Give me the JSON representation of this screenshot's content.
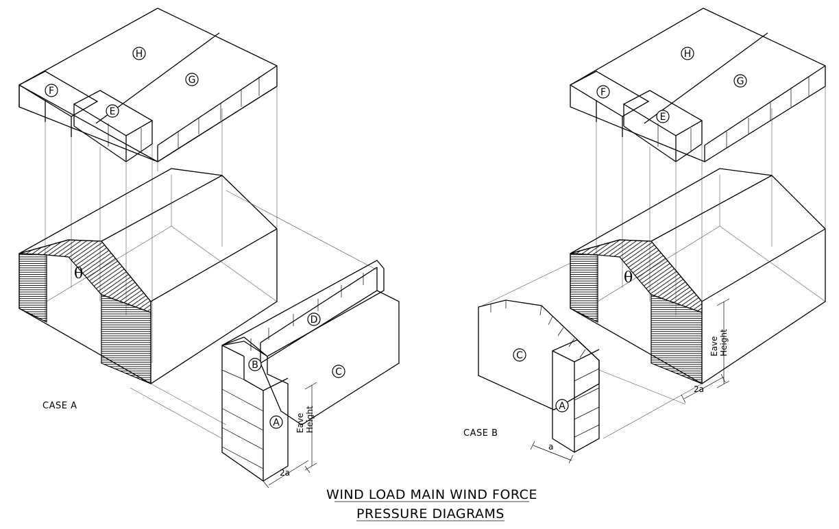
{
  "title": {
    "line1": "WIND LOAD MAIN WIND FORCE",
    "line2": "PRESSURE DIAGRAMS"
  },
  "case_a": {
    "label": "CASE A",
    "zones": [
      "A",
      "B",
      "C",
      "D",
      "E",
      "F",
      "G",
      "H"
    ],
    "angle_symbol": "θ",
    "dim_height_line1": "Eave",
    "dim_height_line2": "Height",
    "dim_width": "2a"
  },
  "case_b": {
    "label": "CASE B",
    "zones": [
      "A",
      "C",
      "E",
      "F",
      "G",
      "H"
    ],
    "angle_symbol": "θ",
    "dim_height_line1": "Eave",
    "dim_height_line2": "Height",
    "dim_width": "2a",
    "dim_small": "a"
  }
}
